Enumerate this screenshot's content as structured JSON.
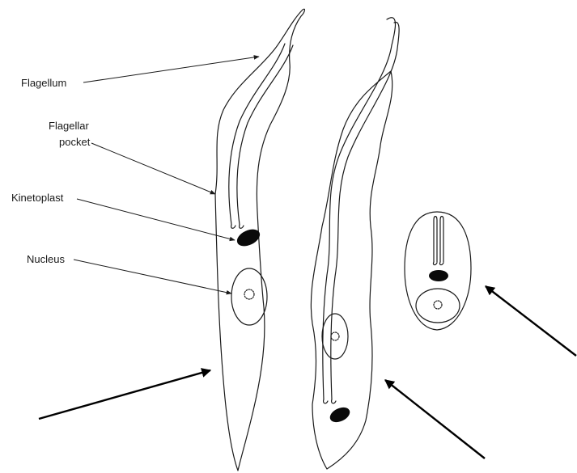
{
  "labels": {
    "flagellum": "Flagellum",
    "flagellar_pocket_line1": "Flagellar",
    "flagellar_pocket_line2": "pocket",
    "kinetoplast": "Kinetoplast",
    "nucleus": "Nucleus"
  },
  "colors": {
    "ink": "#1a1a1a",
    "background": "#ffffff"
  }
}
